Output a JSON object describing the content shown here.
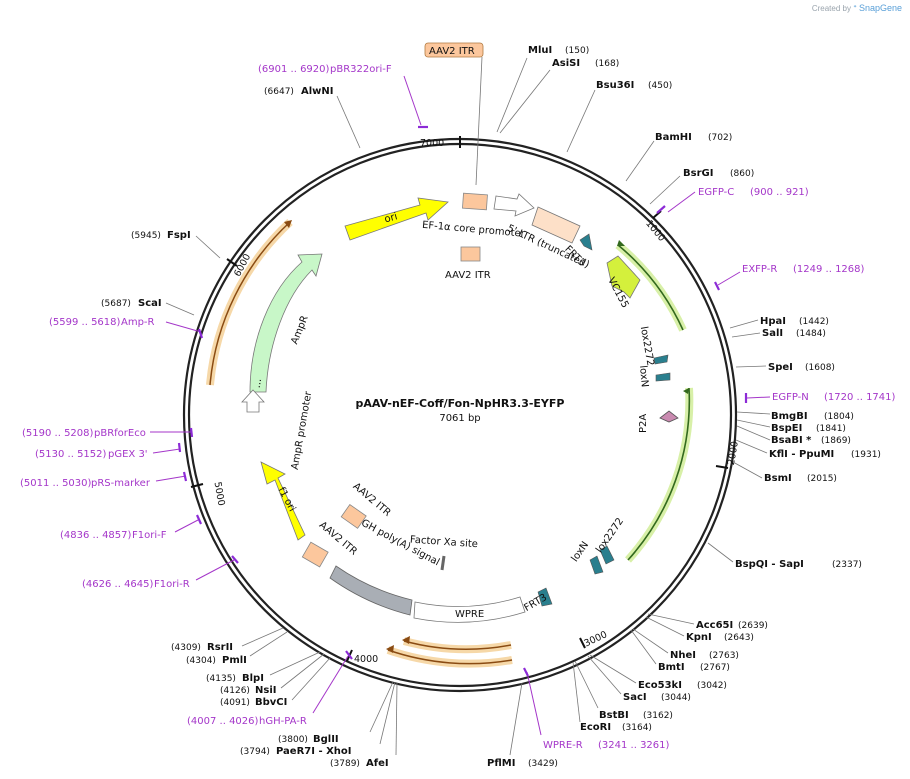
{
  "credit": {
    "prefix": "Created by",
    "brand": "SnapGene"
  },
  "plasmid": {
    "name": "pAAV-nEF-Coff/Fon-NpHR3.3-EYFP",
    "size": "7061 bp"
  },
  "ticks": [
    "1000",
    "2000",
    "3000",
    "4000",
    "5000",
    "6000",
    "7000"
  ],
  "top_feature": "AAV2 ITR",
  "sites": [
    {
      "name": "MluI",
      "pos": "(150)"
    },
    {
      "name": "AsiSI",
      "pos": "(168)"
    },
    {
      "name": "Bsu36I",
      "pos": "(450)"
    },
    {
      "name": "BamHI",
      "pos": "(702)"
    },
    {
      "name": "BsrGI",
      "pos": "(860)"
    },
    {
      "name": "HpaI",
      "pos": "(1442)"
    },
    {
      "name": "SalI",
      "pos": "(1484)"
    },
    {
      "name": "SpeI",
      "pos": "(1608)"
    },
    {
      "name": "BmgBI",
      "pos": "(1804)"
    },
    {
      "name": "BspEI",
      "pos": "(1841)"
    },
    {
      "name": "BsaBI *",
      "pos": "(1869)"
    },
    {
      "name": "KflI - PpuMI",
      "pos": "(1931)"
    },
    {
      "name": "BsmI",
      "pos": "(2015)"
    },
    {
      "name": "BspQI - SapI",
      "pos": "(2337)"
    },
    {
      "name": "Acc65I",
      "pos": "(2639)"
    },
    {
      "name": "KpnI",
      "pos": "(2643)"
    },
    {
      "name": "NheI",
      "pos": "(2763)"
    },
    {
      "name": "BmtI",
      "pos": "(2767)"
    },
    {
      "name": "Eco53kI",
      "pos": "(3042)"
    },
    {
      "name": "SacI",
      "pos": "(3044)"
    },
    {
      "name": "BstBI",
      "pos": "(3162)"
    },
    {
      "name": "EcoRI",
      "pos": "(3164)"
    },
    {
      "name": "PflMI",
      "pos": "(3429)"
    },
    {
      "name": "AfeI",
      "pos": "(3789)"
    },
    {
      "name": "BglII",
      "pos": "(3800)"
    },
    {
      "name": "PaeR7I - XhoI",
      "pos": "(3794)"
    },
    {
      "name": "BbvCI",
      "pos": "(4091)"
    },
    {
      "name": "NsiI",
      "pos": "(4126)"
    },
    {
      "name": "BlpI",
      "pos": "(4135)"
    },
    {
      "name": "PmlI",
      "pos": "(4304)"
    },
    {
      "name": "RsrII",
      "pos": "(4309)"
    },
    {
      "name": "ScaI",
      "pos": "(5687)"
    },
    {
      "name": "FspI",
      "pos": "(5945)"
    },
    {
      "name": "AlwNI",
      "pos": "(6647)"
    }
  ],
  "primers": [
    {
      "name": "pBR322ori-F",
      "range": "(6901 .. 6920)"
    },
    {
      "name": "EGFP-C",
      "range": "(900 .. 921)"
    },
    {
      "name": "EXFP-R",
      "range": "(1249 .. 1268)"
    },
    {
      "name": "EGFP-N",
      "range": "(1720 .. 1741)"
    },
    {
      "name": "WPRE-R",
      "range": "(3241 .. 3261)"
    },
    {
      "name": "hGH-PA-R",
      "range": "(4007 .. 4026)"
    },
    {
      "name": "F1ori-R",
      "range": "(4626 .. 4645)"
    },
    {
      "name": "F1ori-F",
      "range": "(4836 .. 4857)"
    },
    {
      "name": "pRS-marker",
      "range": "(5011 .. 5030)"
    },
    {
      "name": "pGEX 3'",
      "range": "(5130 .. 5152)"
    },
    {
      "name": "pBRforEco",
      "range": "(5190 .. 5208)"
    },
    {
      "name": "Amp-R",
      "range": "(5599 .. 5618)"
    }
  ],
  "features": {
    "ef1a": "EF-1α core promoter",
    "ltr": "5' LTR (truncated)",
    "frt3a": "FRT3",
    "vc155": "VC155",
    "aav2itr_inner": "AAV2 ITR",
    "lox2272a": "lox2272",
    "loxna": "loxN",
    "p2a": "P2A",
    "loxnb": "loxN",
    "lox2272b": "lox2272",
    "frt3b": "FRT3",
    "wpre": "WPRE",
    "factorxa": "Factor Xa site",
    "hgh": "hGH poly(A) signal",
    "aav2itr_a": "AAV2 ITR",
    "aav2itr_b": "AAV2 ITR",
    "f1ori": "f1 ori",
    "ampr_prom": "AmpR promoter",
    "ampr": "AmpR",
    "ori": "ori",
    "ellipsis": "..."
  },
  "colors": {
    "aav2itr": "#fcc79d",
    "ori": "#ffff00",
    "ampr": "#c8f7c8",
    "f1ori": "#ffff00",
    "orf_outline": "#d8f0a8",
    "orf_line": "#33691e",
    "orange_arrow": "#f2b46a",
    "frt": "#2a7f8e",
    "primer": "#a436c9",
    "p2a": "#c98ab0",
    "hgh": "#a9aeb5",
    "ltr": "#fde0c8"
  }
}
